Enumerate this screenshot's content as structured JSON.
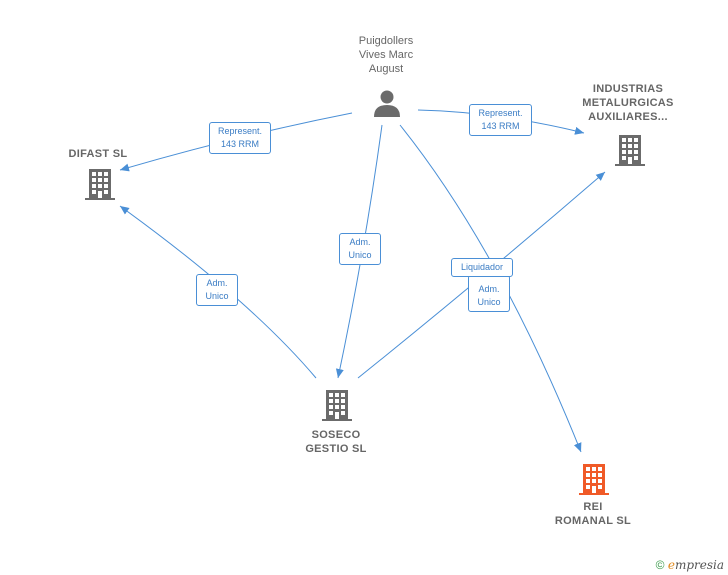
{
  "nodes": {
    "person": {
      "label": "Puigdollers\nVives Marc\nAugust",
      "type": "person"
    },
    "difast": {
      "label": "DIFAST SL",
      "type": "company"
    },
    "industrias": {
      "label": "INDUSTRIAS\nMETALURGICAS\nAUXILIARES...",
      "type": "company"
    },
    "soseco": {
      "label": "SOSECO\nGESTIO SL",
      "type": "company"
    },
    "rei": {
      "label": "REI\nROMANAL SL",
      "type": "company",
      "highlight": true
    }
  },
  "edges": {
    "person_difast": "Represent.\n143 RRM",
    "person_industrias": "Represent.\n143 RRM",
    "person_soseco": "Adm.\nUnico",
    "soseco_difast": "Adm.\nUnico",
    "soseco_industrias": "Liquidador",
    "person_rei": "Adm.\nUnico"
  },
  "colors": {
    "edge": "#4a8fd6",
    "company": "#6b6b6b",
    "highlight": "#f05a28",
    "person": "#6b6b6b"
  },
  "footer": {
    "copyright": "©",
    "brand_e": "e",
    "brand_rest": "mpresia"
  }
}
